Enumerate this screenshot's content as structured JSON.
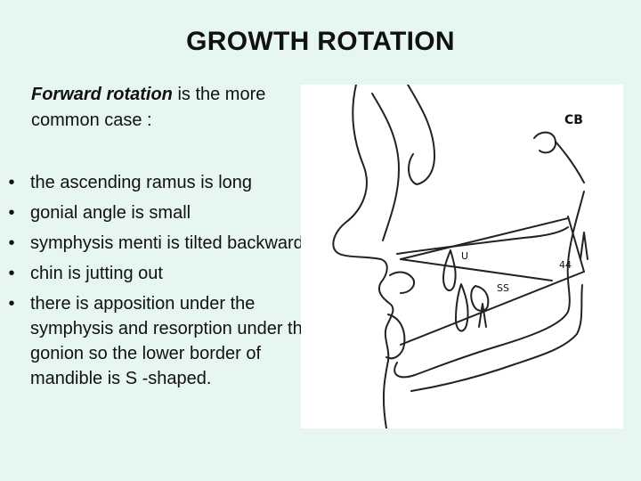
{
  "slide": {
    "title": "GROWTH ROTATION",
    "intro_emphasis": "Forward rotation",
    "intro_rest": " is the more common case :",
    "bullet_symbol": "•",
    "bullets": [
      "the ascending ramus is long",
      "gonial angle is small",
      "symphysis menti is tilted backwards",
      "chin is jutting out",
      "there is apposition under the symphysis and resorption under the gonion so the lower border of mandible is S -shaped."
    ]
  },
  "figure": {
    "labels": {
      "cb": "CB",
      "angle_44": "44",
      "angle_sn": "SS",
      "angle_u": "U"
    }
  }
}
